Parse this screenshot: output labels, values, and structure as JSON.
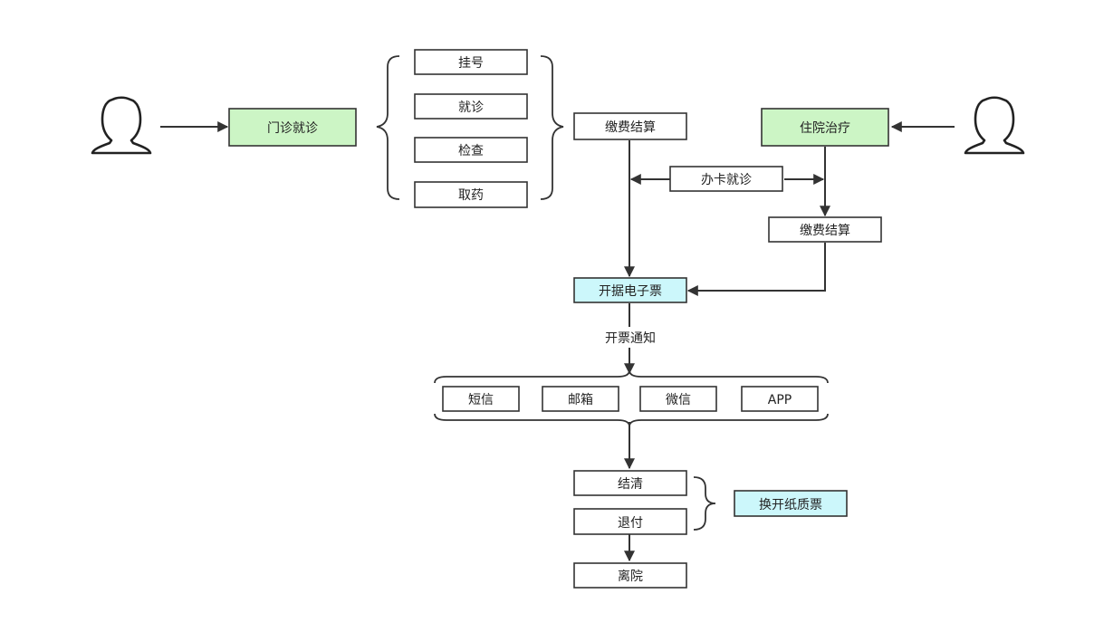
{
  "colors": {
    "green": "#ccf5c5",
    "cyan": "#ccf7fb",
    "white": "#ffffff",
    "line": "#333333"
  },
  "icons": {
    "patient_left": "person-icon",
    "patient_right": "person-icon"
  },
  "nodes": {
    "outpatient": "门诊就诊",
    "register": "挂号",
    "consult": "就诊",
    "exam": "检查",
    "medicine": "取药",
    "pay_outpatient": "缴费结算",
    "inpatient": "住院治疗",
    "card": "办卡就诊",
    "pay_inpatient": "缴费结算",
    "e_invoice": "开据电子票",
    "sms": "短信",
    "email": "邮箱",
    "wechat": "微信",
    "app": "APP",
    "settle": "结清",
    "refund": "退付",
    "paper_invoice": "换开纸质票",
    "discharge": "离院"
  },
  "labels": {
    "notify": "开票通知"
  }
}
